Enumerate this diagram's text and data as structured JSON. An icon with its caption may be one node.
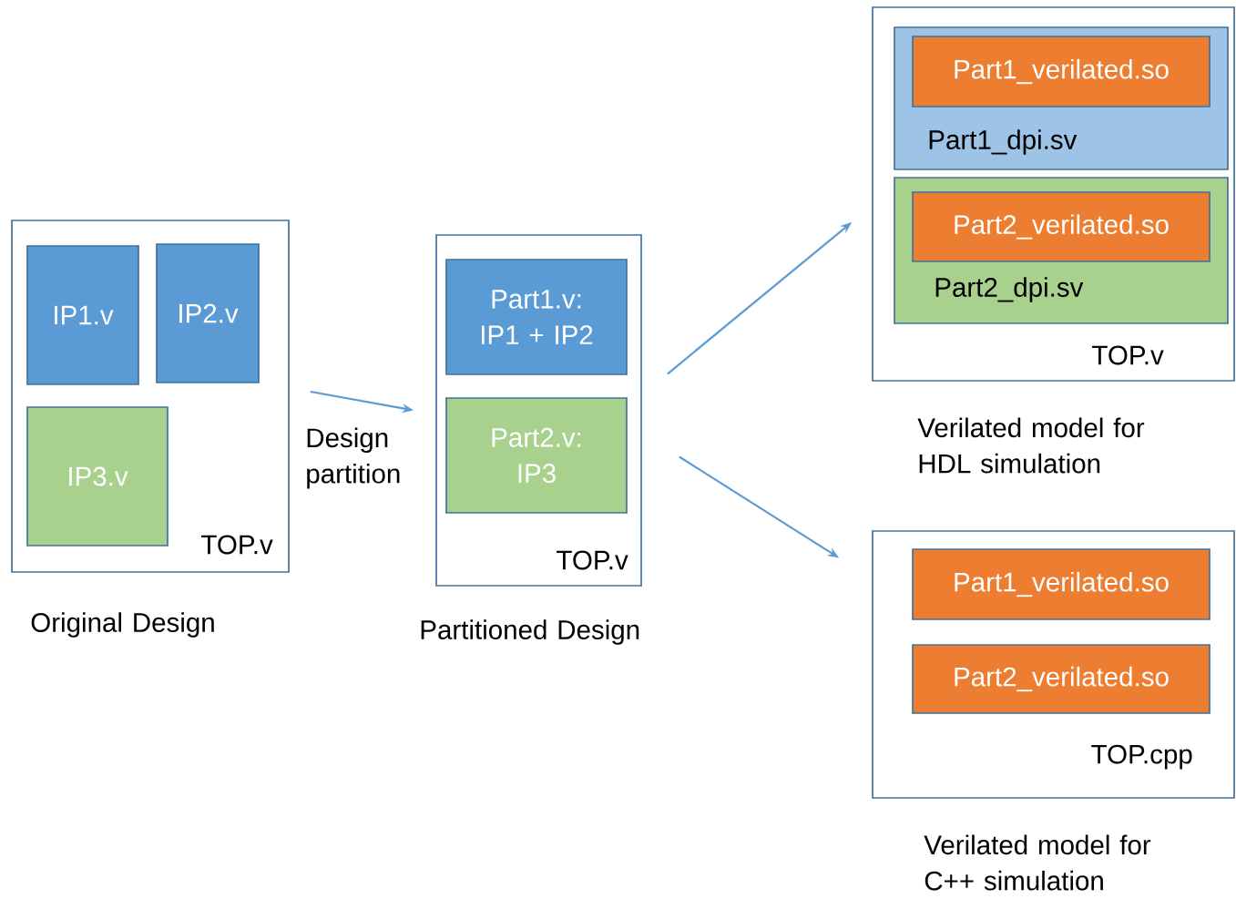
{
  "diagram": {
    "nodes": [
      {
        "text": [
          "TOP.v"
        ],
        "beside": [
          "Original Design"
        ]
      },
      {
        "text": [
          "IP1.v"
        ],
        "in": 0
      },
      {
        "text": [
          "IP2.v"
        ],
        "in": 0
      },
      {
        "text": [
          "IP3.v"
        ],
        "in": 0
      },
      {
        "text": [
          "TOP.v"
        ],
        "beside": [
          "Partitioned Design"
        ]
      },
      {
        "text": [
          "Part1.v: IP1 + IP2"
        ],
        "in": 4
      },
      {
        "text": [
          "Part2.v: IP3"
        ],
        "in": 4
      },
      {
        "text": [
          "TOP.v"
        ],
        "beside": [
          "Verilated model for HDL simulation"
        ]
      },
      {
        "text": [
          "Part1_dpi.sv"
        ],
        "in": 7
      },
      {
        "text": [
          "Part1_verilated.so"
        ],
        "in": 8
      },
      {
        "text": [
          "Part2_dpi.sv"
        ],
        "in": 7
      },
      {
        "text": [
          "Part2_verilated.so"
        ],
        "in": 10
      },
      {
        "text": [
          "TOP.cpp"
        ],
        "beside": [
          "Verilated model for C++ simulation"
        ]
      },
      {
        "text": [
          "Part1_verilated.so"
        ],
        "in": 12
      },
      {
        "text": [
          "Part2_verilated.so"
        ],
        "in": 12
      }
    ],
    "edges": [
      {
        "from": 0,
        "to": 4,
        "arrow": "to",
        "label": "Design partition"
      },
      {
        "from": 4,
        "to": 7,
        "arrow": "to"
      },
      {
        "from": 4,
        "to": 12,
        "arrow": "to"
      }
    ]
  }
}
